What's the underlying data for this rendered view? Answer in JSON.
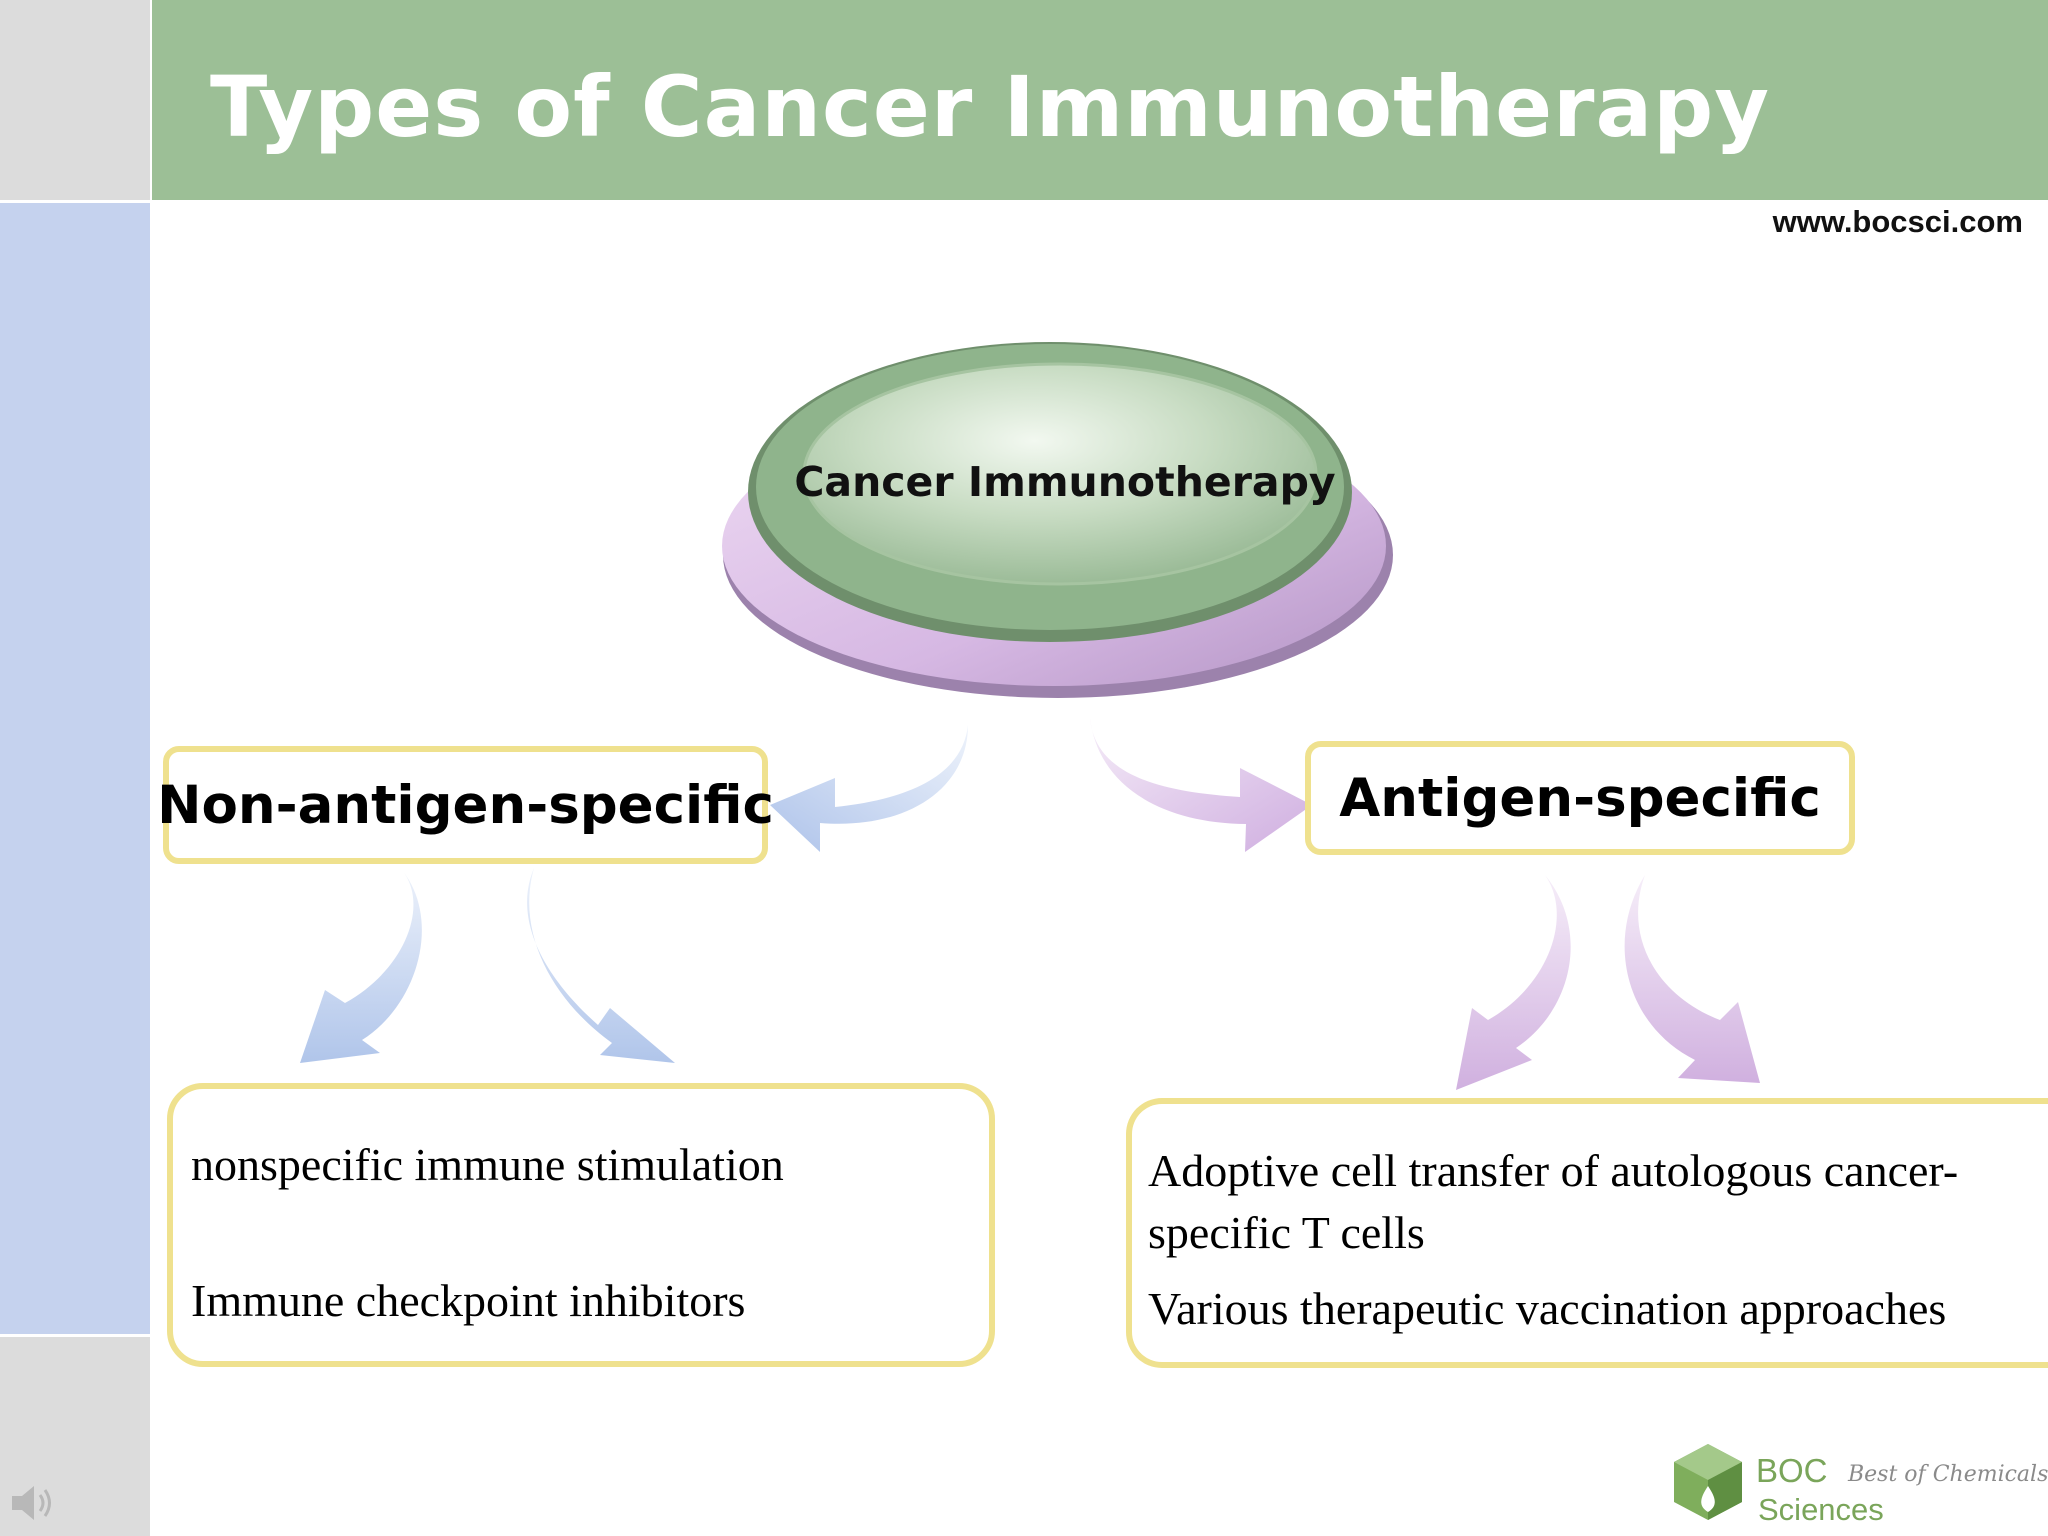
{
  "slide": {
    "title": "Types of Cancer Immunotherapy",
    "website": "www.bocsci.com"
  },
  "diagram": {
    "center": "Cancer Immunotherapy",
    "categories": [
      {
        "label": "Non-antigen-specific",
        "items": [
          "nonspecific immune stimulation",
          "Immune checkpoint inhibitors"
        ]
      },
      {
        "label": "Antigen-specific",
        "items": [
          "Adoptive cell transfer of autologous cancer-specific T cells",
          "Various therapeutic vaccination approaches"
        ]
      }
    ]
  },
  "logo": {
    "name": "BOC",
    "subtitle": "Sciences",
    "tagline": "Best of Chemicals"
  },
  "colors": {
    "header": "#9cbf96",
    "sidebar": "#c5d2ee",
    "box_border": "#efe18e",
    "arrow_blue": "#b8c9ec",
    "arrow_purple": "#d3b6e0",
    "ellipse_green": "#8fb48f",
    "ellipse_purple": "#d4b4e1"
  },
  "icons": [
    "speaker-icon",
    "boc-logo-icon"
  ]
}
